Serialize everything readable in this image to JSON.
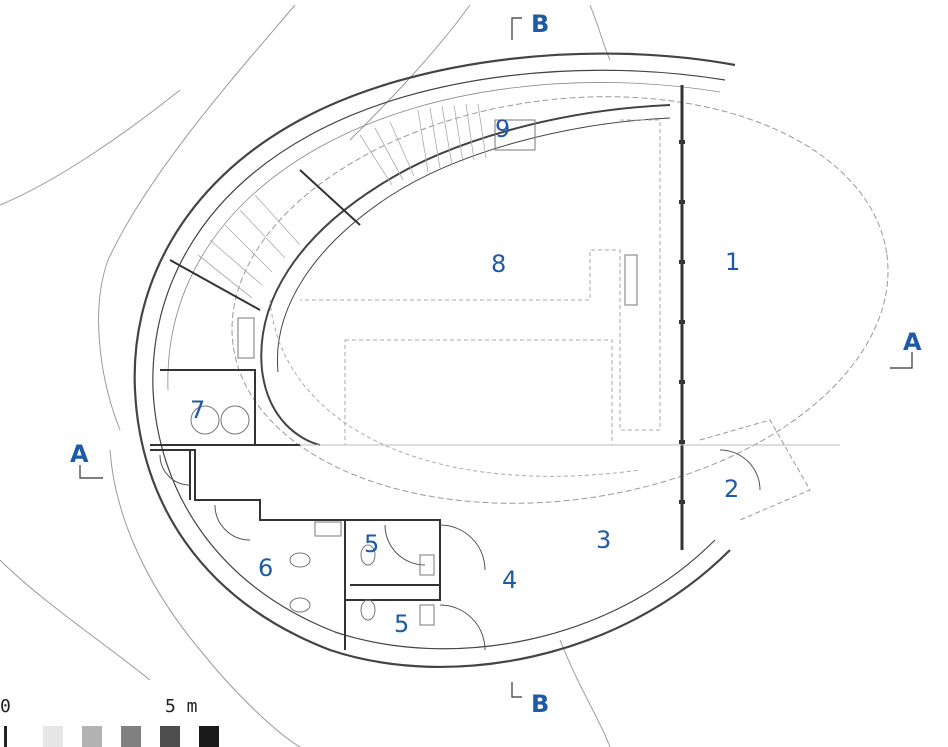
{
  "rooms": [
    {
      "number": "1"
    },
    {
      "number": "2"
    },
    {
      "number": "3"
    },
    {
      "number": "4"
    },
    {
      "number": "5"
    },
    {
      "number": "5"
    },
    {
      "number": "6"
    },
    {
      "number": "7"
    },
    {
      "number": "8"
    },
    {
      "number": "9"
    }
  ],
  "section_markers": {
    "a_left": "A",
    "a_right": "A",
    "b_top": "B",
    "b_bottom": "B"
  },
  "scale_bar": {
    "start_label": "0",
    "end_label": "5 m",
    "segment_colors": [
      "#ffffff",
      "#e6e6e6",
      "#b3b3b3",
      "#808080",
      "#4d4d4d",
      "#1a1a1a"
    ]
  },
  "colors": {
    "label_blue": "#1f5aa6",
    "line_dark": "#333333",
    "line_light": "#b0b0b0"
  }
}
